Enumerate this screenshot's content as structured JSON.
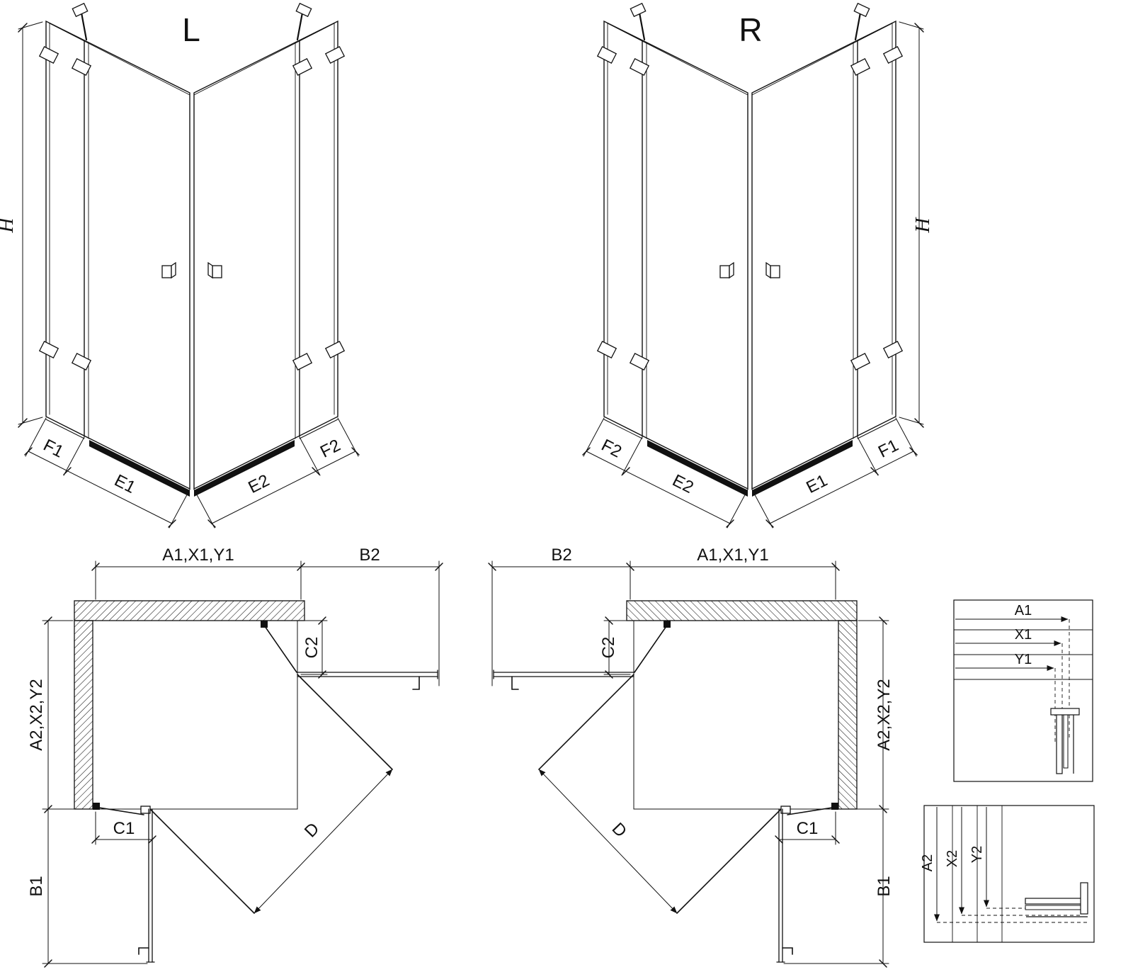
{
  "drawing": {
    "colors": {
      "line": "#111111",
      "background": "#ffffff"
    },
    "perspective_left": {
      "title": "L",
      "dim_h": "H",
      "dim_f1": "F1",
      "dim_e1": "E1",
      "dim_e2": "E2",
      "dim_f2": "F2"
    },
    "perspective_right": {
      "title": "R",
      "dim_h": "H",
      "dim_f1": "F1",
      "dim_e1": "E1",
      "dim_e2": "E2",
      "dim_f2": "F2"
    },
    "plan_left": {
      "dim_a1": "A1,X1,Y1",
      "dim_b2": "B2",
      "dim_c2": "C2",
      "dim_a2": "A2,X2,Y2",
      "dim_c1": "C1",
      "dim_b1": "B1",
      "dim_d": "D"
    },
    "plan_right": {
      "dim_a1": "A1,X1,Y1",
      "dim_b2": "B2",
      "dim_c2": "C2",
      "dim_a2": "A2,X2,Y2",
      "dim_c1": "C1",
      "dim_b1": "B1",
      "dim_d": "D"
    },
    "detail_top": {
      "dim_a1": "A1",
      "dim_x1": "X1",
      "dim_y1": "Y1"
    },
    "detail_bottom": {
      "dim_a2": "A2",
      "dim_x2": "X2",
      "dim_y2": "Y2"
    }
  }
}
